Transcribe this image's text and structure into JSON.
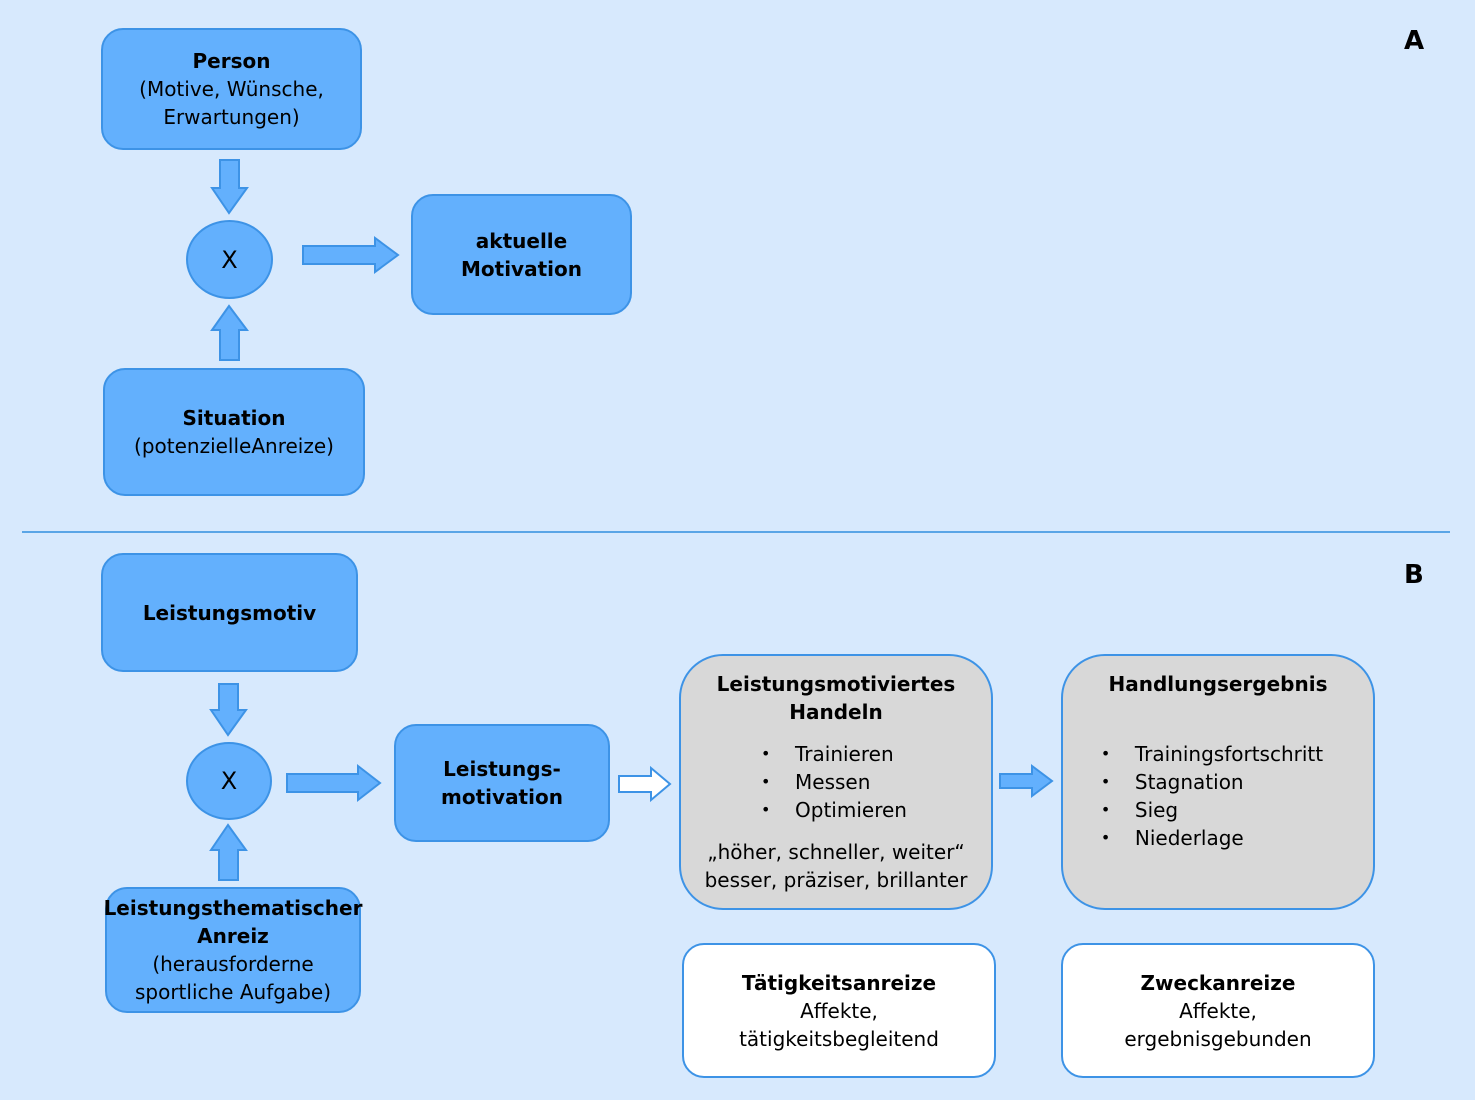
{
  "panel_a": {
    "label": "A",
    "person": {
      "title": "Person",
      "line1": "(Motive, Wünsche,",
      "line2": "Erwartungen)"
    },
    "operator": "X",
    "result": {
      "line1": "aktuelle",
      "line2": "Motivation"
    },
    "situation": {
      "title": "Situation",
      "line1": "(potenzielleAnreize)"
    }
  },
  "panel_b": {
    "label": "B",
    "motive": {
      "title": "Leistungsmotiv"
    },
    "operator": "X",
    "incentive": {
      "line1": "Leistungsthematischer",
      "line2": "Anreiz",
      "line3": "(herausforderne",
      "line4": "sportliche Aufgabe)"
    },
    "motivation": {
      "line1": "Leistungs-",
      "line2": "motivation"
    },
    "action": {
      "line1": "Leistungsmotiviertes",
      "line2": "Handeln",
      "items": [
        "Trainieren",
        "Messen",
        "Optimieren"
      ],
      "quote1": "„höher, schneller, weiter“",
      "quote2": "besser, präziser, brillanter"
    },
    "outcome": {
      "title": "Handlungsergebnis",
      "items": [
        "Trainingsfortschritt",
        "Stagnation",
        "Sieg",
        "Niederlage"
      ]
    },
    "activity_incentives": {
      "title": "Tätigkeitsanreize",
      "line1": "Affekte,",
      "line2": "tätigkeitsbegleitend"
    },
    "purpose_incentives": {
      "title": "Zweckanreize",
      "line1": "Affekte,",
      "line2": "ergebnisgebunden"
    }
  },
  "colors": {
    "background": "#d7e9fd",
    "box_fill": "#63b0fd",
    "box_border": "#3d93e6",
    "gray_fill": "#d8d8d8",
    "white_fill": "#ffffff"
  }
}
